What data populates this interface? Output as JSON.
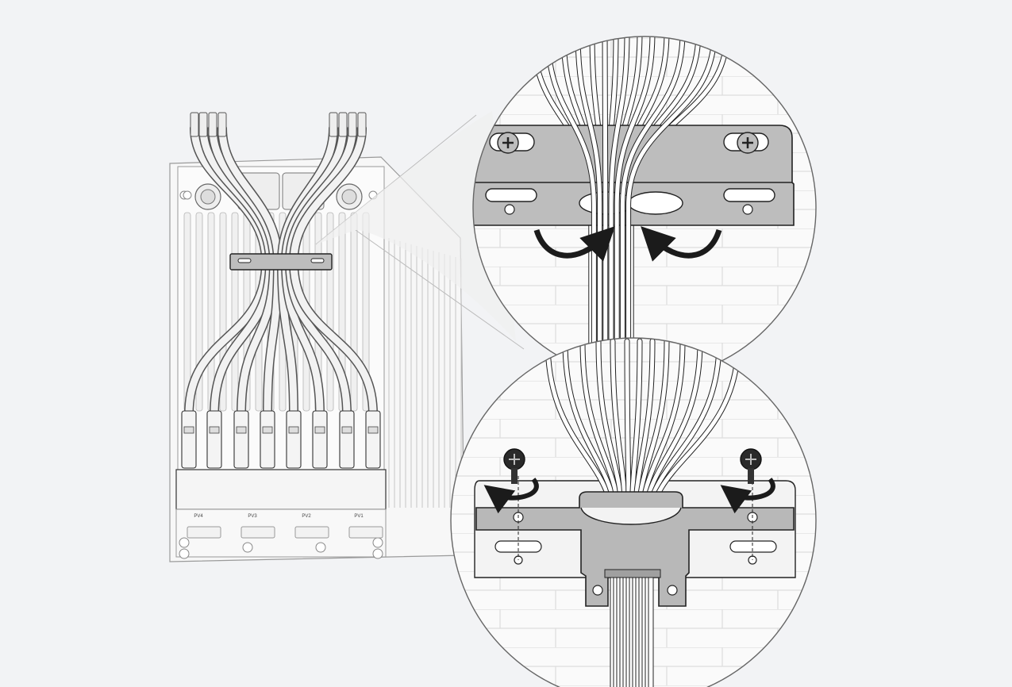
{
  "diagram": {
    "background": "#f2f3f5",
    "colors": {
      "line": "#222222",
      "device_fill": "#f7f7f7",
      "bracket_fill": "#bdbdbd",
      "bracket_dark": "#9e9e9e",
      "arrow": "#1b1b1b",
      "wall_line": "#dddddd",
      "circle_fill": "#fafafa"
    },
    "pv_labels": [
      "PV4",
      "PV3",
      "PV2",
      "PV1"
    ],
    "connector_count": 8,
    "icons": [
      "rotate-arrow-icon",
      "screw-icon",
      "cable-bundle"
    ]
  }
}
